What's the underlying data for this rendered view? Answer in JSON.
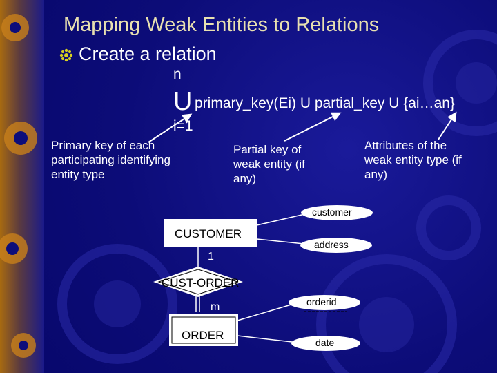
{
  "title": "Mapping Weak Entities to Relations",
  "bullet": "Create a relation",
  "formula": {
    "upper": "n",
    "union": "U",
    "body": "primary_key(Ei) U partial_key U {ai…an}",
    "lower": "i=1"
  },
  "notes": {
    "primary": "Primary key of each participating identifying entity type",
    "partial": "Partial key of weak entity (if any)",
    "attributes": "Attributes of the weak entity type (if any)"
  },
  "diagram": {
    "customer_entity": "CUSTOMER",
    "order_entity": "ORDER",
    "relationship": "CUST-ORDER",
    "card_one": "1",
    "card_many": "m",
    "attr_customer": "customer",
    "attr_address": "address",
    "attr_orderid": "orderid",
    "attr_date": "date"
  },
  "colors": {
    "background": "#0d0d7a",
    "title": "#e8e0b0",
    "text": "#ffffff",
    "bullet": "#d8d020"
  }
}
